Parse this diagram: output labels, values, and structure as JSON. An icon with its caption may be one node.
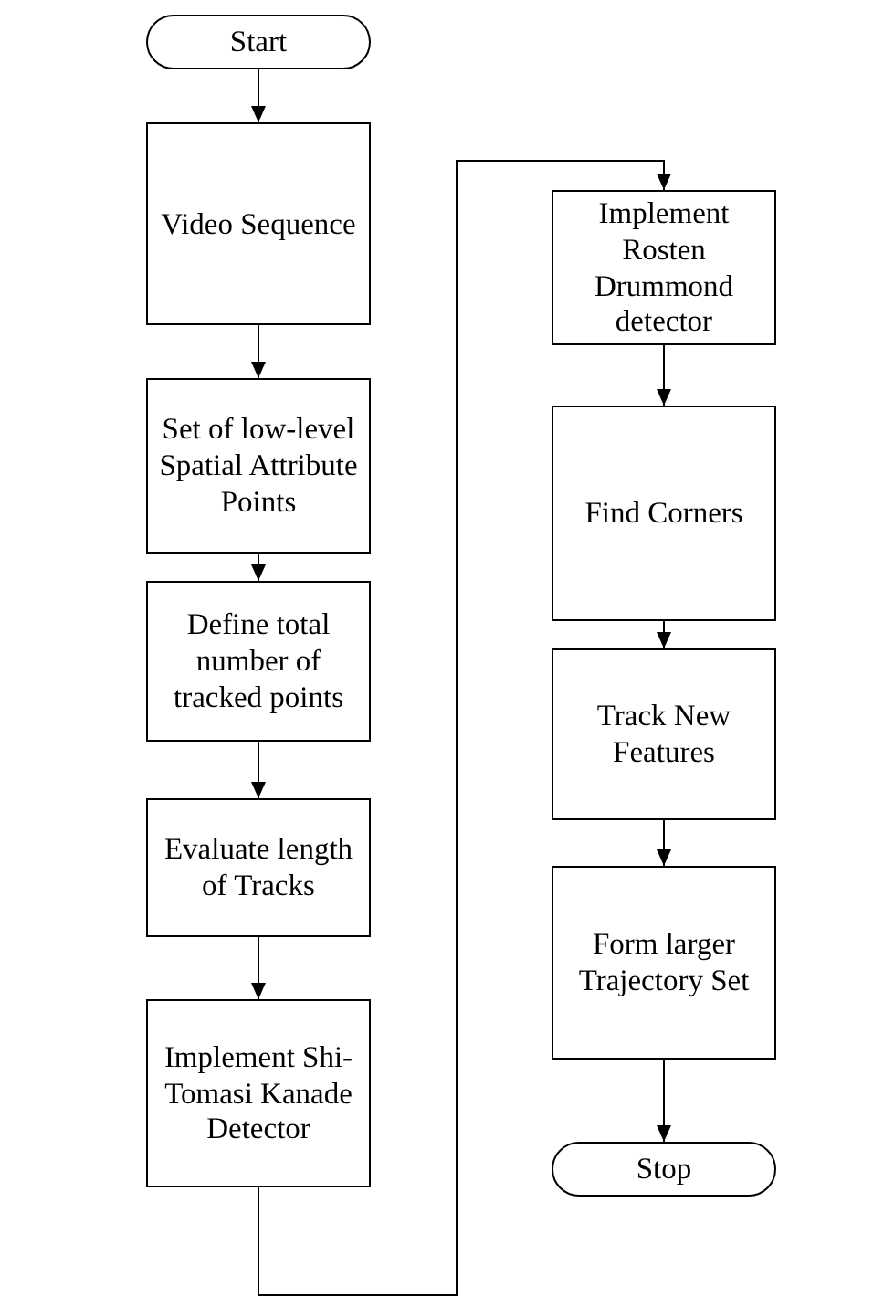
{
  "diagram": {
    "nodes": [
      {
        "text": [
          "Start"
        ]
      },
      {
        "text": [
          "Video Sequence"
        ]
      },
      {
        "text": [
          "Set of low-level Spatial Attribute Points"
        ]
      },
      {
        "text": [
          "Define total number of tracked points"
        ]
      },
      {
        "text": [
          "Evaluate length of Tracks"
        ]
      },
      {
        "text": [
          "Implement Shi-Tomasi Kanade Detector"
        ]
      },
      {
        "text": [
          "Implement Rosten Drummond detector"
        ]
      },
      {
        "text": [
          "Find Corners"
        ]
      },
      {
        "text": [
          "Track New Features"
        ]
      },
      {
        "text": [
          "Form larger Trajectory Set"
        ]
      },
      {
        "text": [
          "Stop"
        ]
      }
    ],
    "edges": [
      {
        "from": 0,
        "to": 1,
        "arrow": "to"
      },
      {
        "from": 1,
        "to": 2,
        "arrow": "to"
      },
      {
        "from": 2,
        "to": 3,
        "arrow": "to"
      },
      {
        "from": 3,
        "to": 4,
        "arrow": "to"
      },
      {
        "from": 4,
        "to": 5,
        "arrow": "to"
      },
      {
        "from": 5,
        "to": 6,
        "arrow": "to"
      },
      {
        "from": 6,
        "to": 7,
        "arrow": "to"
      },
      {
        "from": 7,
        "to": 8,
        "arrow": "to"
      },
      {
        "from": 8,
        "to": 9,
        "arrow": "to"
      },
      {
        "from": 9,
        "to": 10,
        "arrow": "to"
      }
    ]
  }
}
